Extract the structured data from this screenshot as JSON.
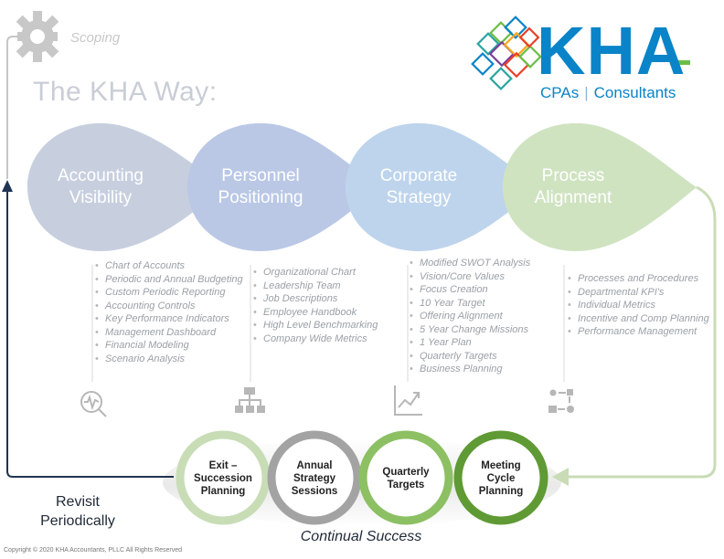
{
  "header": {
    "scoping_label": "Scoping",
    "title": "The KHA Way:"
  },
  "logo": {
    "text": "KHA",
    "tagline_left": "CPAs",
    "tagline_separator": "|",
    "tagline_right": "Consultants",
    "colors": [
      "#0a84c8",
      "#6cbd45",
      "#e8412c",
      "#7b3f99",
      "#f4a81d",
      "#2aa5a0"
    ]
  },
  "stages": [
    {
      "line1": "Accounting",
      "line2": "Visibility",
      "color": "#c7cfdf",
      "icon": "analytics-magnifier-icon",
      "items": [
        "Chart of Accounts",
        "Periodic and Annual Budgeting",
        "Custom Periodic Reporting",
        "Accounting Controls",
        "Key Performance Indicators",
        "Management Dashboard",
        "Financial Modeling",
        "Scenario Analysis"
      ]
    },
    {
      "line1": "Personnel",
      "line2": "Positioning",
      "color": "#bac8e6",
      "icon": "org-chart-icon",
      "items": [
        "Organizational Chart",
        "Leadership Team",
        "Job Descriptions",
        "Employee Handbook",
        "High Level Benchmarking",
        "Company Wide Metrics"
      ]
    },
    {
      "line1": "Corporate",
      "line2": "Strategy",
      "color": "#bed4ec",
      "icon": "growth-chart-icon",
      "items": [
        "Modified SWOT Analysis",
        "Vision/Core Values",
        "Focus Creation",
        "10 Year Target",
        "Offering Alignment",
        "5 Year Change Missions",
        "1 Year Plan",
        "Quarterly Targets",
        "Business Planning"
      ]
    },
    {
      "line1": "Process",
      "line2": "Alignment",
      "color": "#cfe3c1",
      "icon": "process-flow-icon",
      "items": [
        "Processes and Procedures",
        "Departmental KPI's",
        "Individual Metrics",
        "Incentive and Comp Planning",
        "Performance Management"
      ]
    }
  ],
  "cycle": [
    {
      "line1": "Exit –",
      "line2": "Succession",
      "line3": "Planning",
      "ring_color": "#c8ddb6"
    },
    {
      "line1": "Annual",
      "line2": "Strategy",
      "line3": "Sessions",
      "ring_color": "#a3a3a3"
    },
    {
      "line1": "Quarterly",
      "line2": "Targets",
      "line3": "",
      "ring_color": "#8cc063"
    },
    {
      "line1": "Meeting",
      "line2": "Cycle",
      "line3": "Planning",
      "ring_color": "#5f9a35"
    }
  ],
  "footer": {
    "revisit_line1": "Revisit",
    "revisit_line2": "Periodically",
    "continual": "Continual Success",
    "copyright": "Copyright © 2020 KHA Accountants, PLLC All Rights Reserved"
  },
  "colors": {
    "loop_line_left": "#1f3552",
    "loop_line_right": "#c9dcb5",
    "scoping_line": "#c6c6c6",
    "gear": "#c8c8c8",
    "pedestal": "#e5e5e5"
  }
}
